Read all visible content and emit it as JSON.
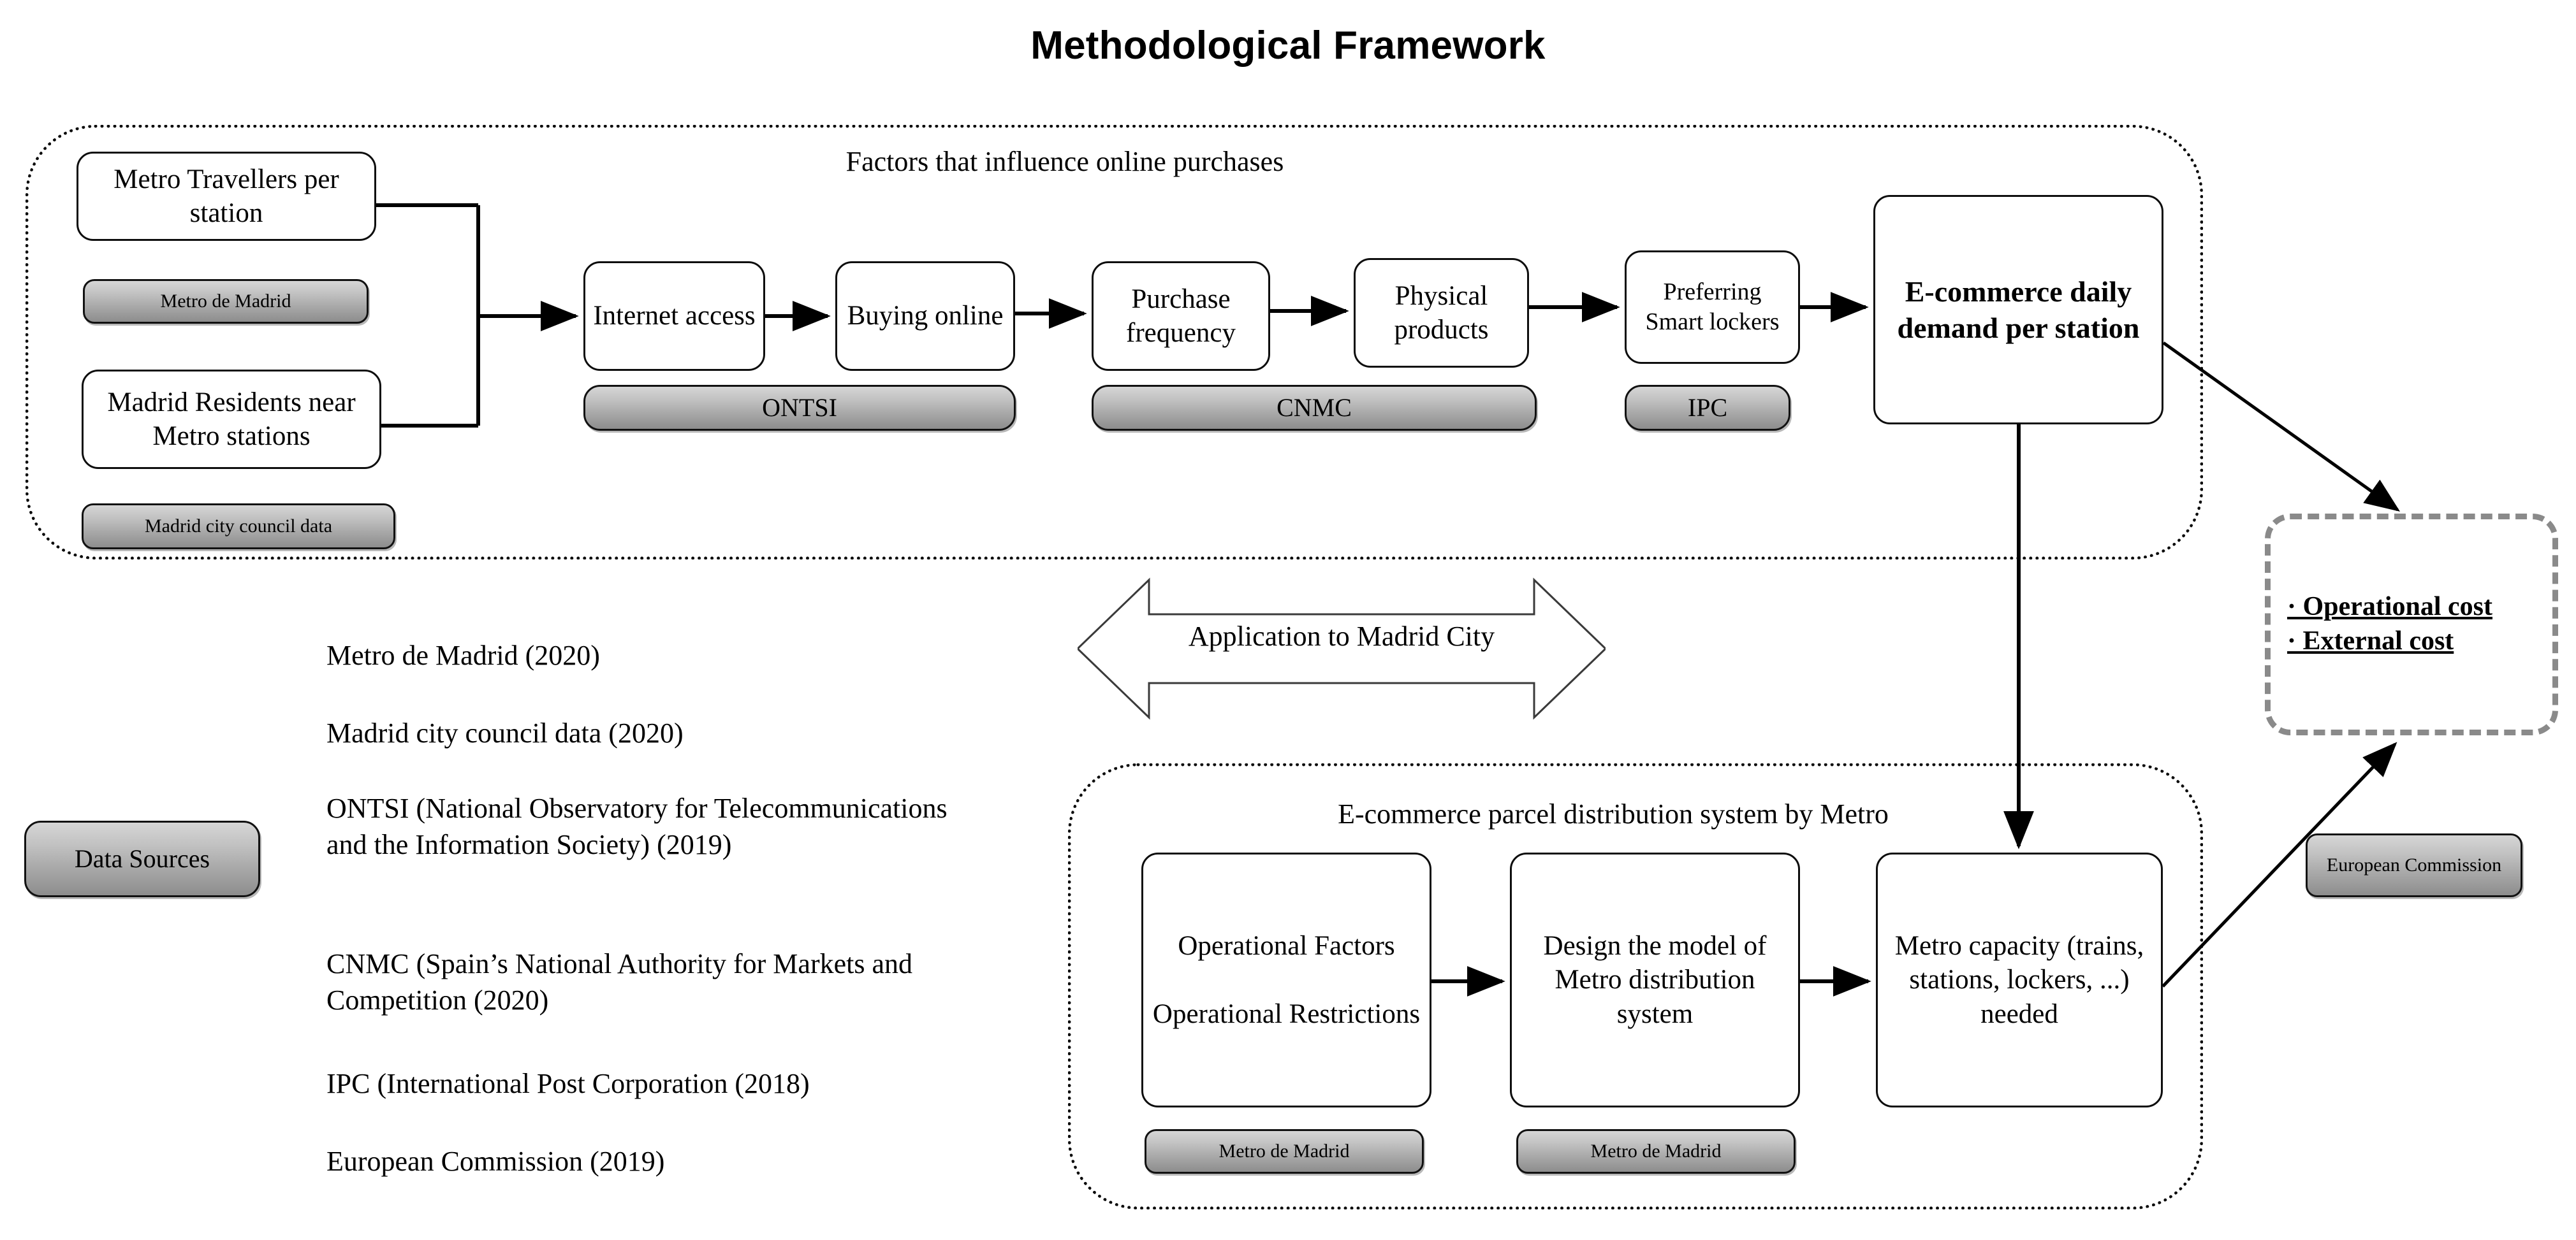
{
  "title": "Methodological Framework",
  "top_panel": {
    "label": "Factors that influence online purchases",
    "inputs": [
      {
        "text": "Metro Travellers per station",
        "source": "Metro de Madrid"
      },
      {
        "text": "Madrid Residents near Metro stations",
        "source": "Madrid city council data"
      }
    ],
    "chain": [
      {
        "text": "Internet access"
      },
      {
        "text": "Buying online"
      },
      {
        "text": "Purchase frequency"
      },
      {
        "text": "Physical products"
      },
      {
        "text": "Preferring Smart lockers"
      }
    ],
    "chain_sources": [
      {
        "label": "ONTSI"
      },
      {
        "label": "CNMC"
      },
      {
        "label": "IPC"
      }
    ],
    "output": "E-commerce daily demand per station"
  },
  "bridge": {
    "label": "Application to  Madrid City"
  },
  "bottom_panel": {
    "label": "E-commerce parcel distribution system by Metro",
    "steps": [
      {
        "text": "Operational Factors\n\nOperational Restrictions",
        "source": "Metro de Madrid"
      },
      {
        "text": "Design the model of Metro distribution system",
        "source": "Metro de Madrid"
      },
      {
        "text": "Metro capacity (trains, stations, lockers, ...) needed",
        "source": null
      }
    ]
  },
  "outcome": {
    "lines": [
      "· Operational cost",
      "· External cost"
    ],
    "source": "European Commission"
  },
  "data_sources": {
    "badge": "Data Sources",
    "items": [
      "Metro de Madrid (2020)",
      "Madrid city council data (2020)",
      "ONTSI (National Observatory for Telecommunications and the Information Society) (2019)",
      "CNMC (Spain’s National Authority for Markets and Competition (2020)",
      "IPC (International Post Corporation (2018)",
      "European Commission (2019)"
    ]
  },
  "colors": {
    "ink": "#000000",
    "badge_top": "#d6d6d6",
    "badge_bottom": "#8d8d8d",
    "dashed_border": "#8a8a8a"
  }
}
